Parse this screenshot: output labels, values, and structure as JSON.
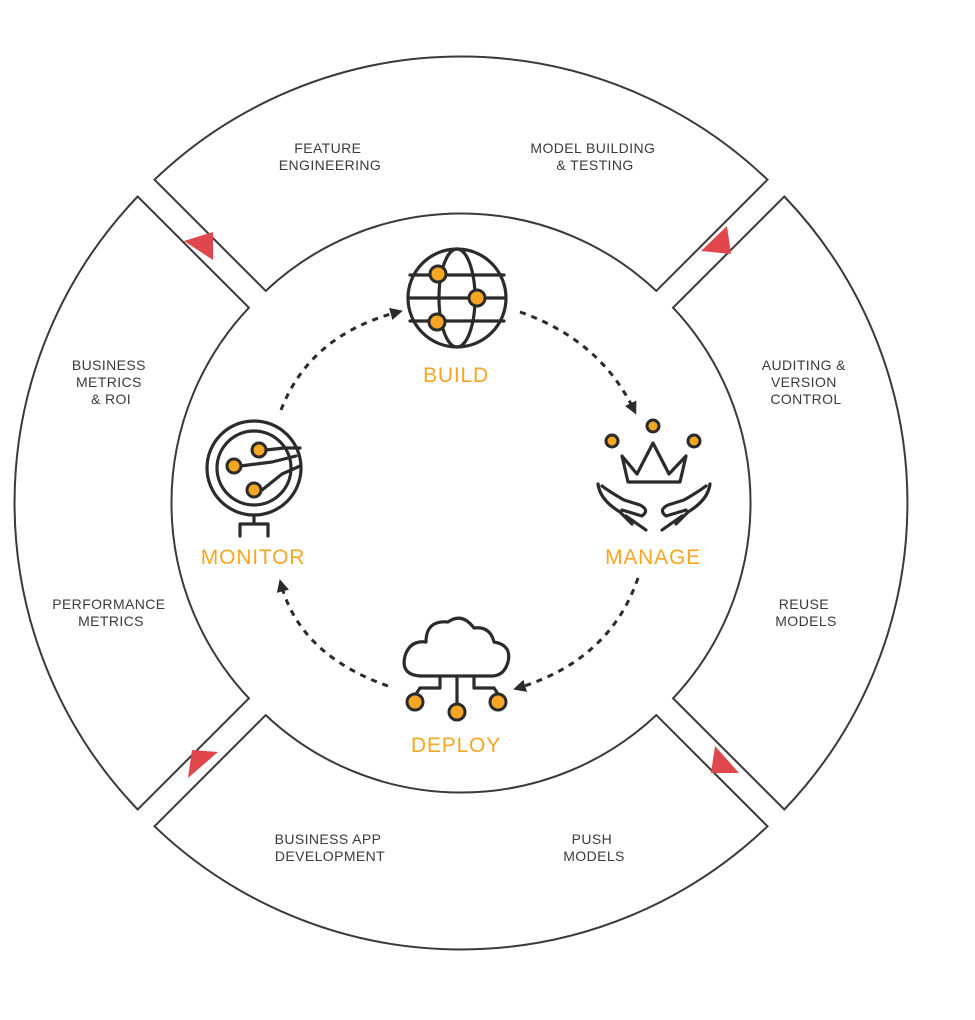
{
  "outer_segments": {
    "top": {
      "left_label": [
        "FEATURE",
        "ENGINEERING"
      ],
      "right_label": [
        "MODEL BUILDING",
        "& TESTING"
      ]
    },
    "right": {
      "top_label": [
        "AUDITING &",
        "VERSION",
        "CONTROL"
      ],
      "bottom_label": [
        "REUSE",
        "MODELS"
      ]
    },
    "bottom": {
      "left_label": [
        "BUSINESS  APP",
        "DEVELOPMENT"
      ],
      "right_label": [
        "PUSH",
        "MODELS"
      ]
    },
    "left": {
      "top_label": [
        "BUSINESS",
        "METRICS",
        "& ROI"
      ],
      "bottom_label": [
        "PERFORMANCE",
        "METRICS"
      ]
    }
  },
  "stages": {
    "build": {
      "label": "BUILD",
      "icon": "globe-network-icon"
    },
    "manage": {
      "label": "MANAGE",
      "icon": "crown-hands-icon"
    },
    "deploy": {
      "label": "DEPLOY",
      "icon": "cloud-network-icon"
    },
    "monitor": {
      "label": "MONITOR",
      "icon": "magnifier-circuit-icon"
    }
  },
  "colors": {
    "accent": "#F5A623",
    "arrow": "#E0474C",
    "ink": "#2B2B2B",
    "text": "#3A3A3A"
  }
}
